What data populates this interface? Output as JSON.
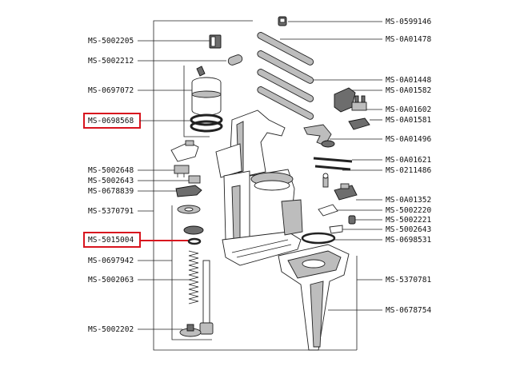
{
  "labels_left": [
    {
      "id": "l1",
      "text": "MS-5002205"
    },
    {
      "id": "l2",
      "text": "MS-5002212"
    },
    {
      "id": "l3",
      "text": "MS-0697072"
    },
    {
      "id": "l4",
      "text": "MS-0698568",
      "highlighted": true
    },
    {
      "id": "l5",
      "text": "MS-5002648"
    },
    {
      "id": "l6",
      "text": "MS-5002643"
    },
    {
      "id": "l7",
      "text": "MS-0678839"
    },
    {
      "id": "l8",
      "text": "MS-5370791"
    },
    {
      "id": "l9",
      "text": "MS-5015004",
      "highlighted": true
    },
    {
      "id": "l10",
      "text": "MS-0697942"
    },
    {
      "id": "l11",
      "text": "MS-5002063"
    },
    {
      "id": "l12",
      "text": "MS-5002202"
    }
  ],
  "labels_right": [
    {
      "id": "r1",
      "text": "MS-0599146"
    },
    {
      "id": "r2",
      "text": "MS-0A01478"
    },
    {
      "id": "r3",
      "text": "MS-0A01448"
    },
    {
      "id": "r4",
      "text": "MS-0A01582"
    },
    {
      "id": "r5",
      "text": "MS-0A01602"
    },
    {
      "id": "r6",
      "text": "MS-0A01581"
    },
    {
      "id": "r7",
      "text": "MS-0A01496"
    },
    {
      "id": "r8",
      "text": "MS-0A01621"
    },
    {
      "id": "r9",
      "text": "MS-0211486"
    },
    {
      "id": "r10",
      "text": "MS-0A01352"
    },
    {
      "id": "r11",
      "text": "MS-5002220"
    },
    {
      "id": "r12",
      "text": "MS-5002221"
    },
    {
      "id": "r13",
      "text": "MS-5002643"
    },
    {
      "id": "r14",
      "text": "MS-0698531"
    },
    {
      "id": "r15",
      "text": "MS-5370781"
    },
    {
      "id": "r16",
      "text": "MS-0678754"
    }
  ],
  "highlight_color": "#d8141e"
}
